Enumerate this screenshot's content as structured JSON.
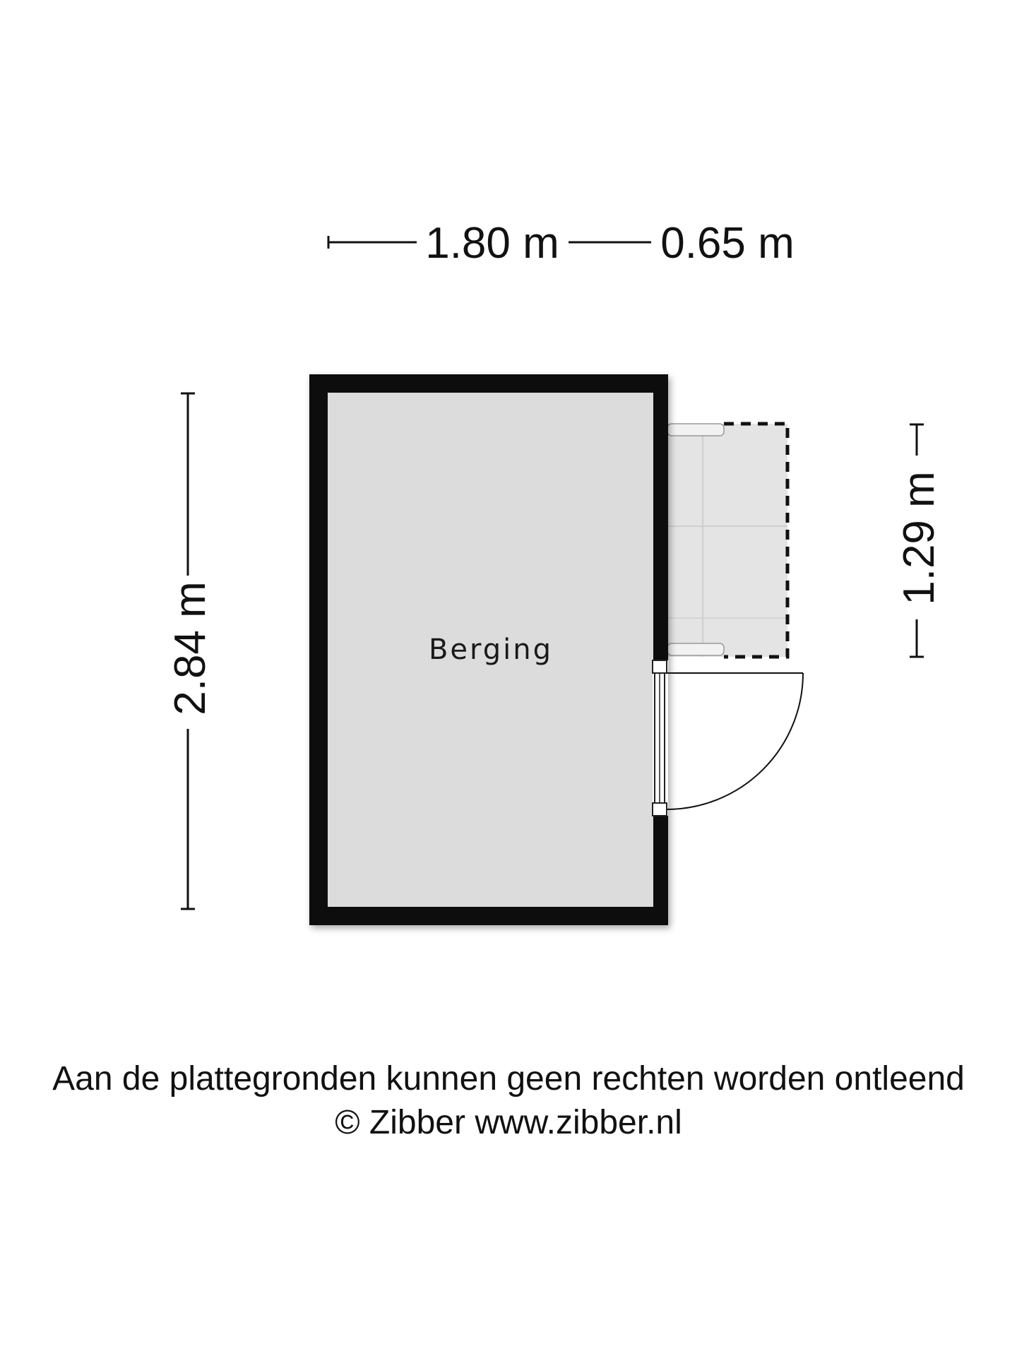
{
  "dimensions": {
    "top_left": "1.80 m",
    "top_right": "0.65 m",
    "left": "2.84 m",
    "right": "1.29 m"
  },
  "room": {
    "label": "Berging"
  },
  "footer": {
    "disclaimer": "Aan de plattegronden kunnen geen rechten worden ontleend",
    "copyright": "© Zibber www.zibber.nl"
  },
  "colors": {
    "wall": "#111111",
    "floor": "#dcdcdc",
    "text": "#111111"
  }
}
